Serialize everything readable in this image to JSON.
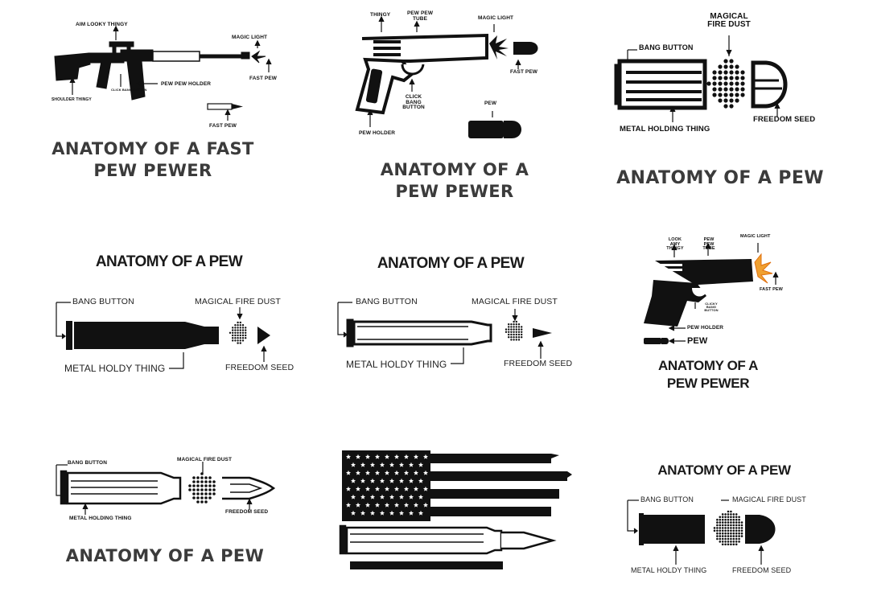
{
  "colors": {
    "ink": "#111111",
    "title": "#3b3b3b",
    "flash": "#f0a030"
  },
  "panels": [
    {
      "title_lines": [
        "ANATOMY OF A FAST",
        "PEW PEWER"
      ],
      "labels": {
        "aim": "AIM LOOKY THINGY",
        "magic_light": "MAGIC LIGHT",
        "pew_holder": "PEW PEW HOLDER",
        "fast_pew_1": "FAST PEW",
        "shoulder": "SHOULDER THINGY",
        "click": "CLICK BANG BUTTON",
        "fast_pew_2": "FAST PEW"
      }
    },
    {
      "title_lines": [
        "ANATOMY OF A",
        "PEW PEWER"
      ],
      "labels": {
        "thingy": "THINGY",
        "tube": "PEW PEW TUBE",
        "magic_light": "MAGIC LIGHT",
        "fast_pew": "FAST PEW",
        "click": "CLICK BANG BUTTON",
        "pew": "PEW",
        "pew_holder": "PEW HOLDER"
      }
    },
    {
      "title_lines": [
        "ANATOMY OF A PEW"
      ],
      "labels": {
        "fire_dust": "MAGICAL FIRE DUST",
        "bang": "BANG BUTTON",
        "metal": "METAL HOLDING THING",
        "seed": "FREEDOM SEED"
      }
    },
    {
      "title_lines": [
        "ANATOMY OF A PEW"
      ],
      "labels": {
        "bang": "BANG BUTTON",
        "fire_dust": "MAGICAL FIRE DUST",
        "metal": "METAL HOLDY THING",
        "seed": "FREEDOM SEED"
      }
    },
    {
      "title_lines": [
        "ANATOMY OF A PEW"
      ],
      "labels": {
        "bang": "BANG BUTTON",
        "fire_dust": "MAGICAL FIRE DUST",
        "metal": "METAL HOLDY THING",
        "seed": "FREEDOM SEED"
      }
    },
    {
      "title_lines": [
        "ANATOMY OF A",
        "PEW PEWER"
      ],
      "labels": {
        "looky": "LOOK AMY THINGY",
        "tube": "PEW PEW TUBE",
        "magic_light": "MAGIC LIGHT",
        "fast_pew": "FAST PEW",
        "click": "CLICKY BANG BUTTON",
        "pew_holder": "PEW HOLDER",
        "pew": "PEW"
      }
    },
    {
      "title_lines": [
        "ANATOMY OF A PEW"
      ],
      "labels": {
        "bang": "BANG BUTTON",
        "fire_dust": "MAGICAL FIRE DUST",
        "metal": "METAL HOLDING THING",
        "seed": "FREEDOM SEED"
      }
    },
    {
      "title_lines": [],
      "labels": {}
    },
    {
      "title_lines": [
        "ANATOMY OF A PEW"
      ],
      "labels": {
        "bang": "BANG BUTTON",
        "fire_dust": "MAGICAL FIRE DUST",
        "metal": "METAL HOLDY THING",
        "seed": "FREEDOM SEED"
      }
    }
  ]
}
